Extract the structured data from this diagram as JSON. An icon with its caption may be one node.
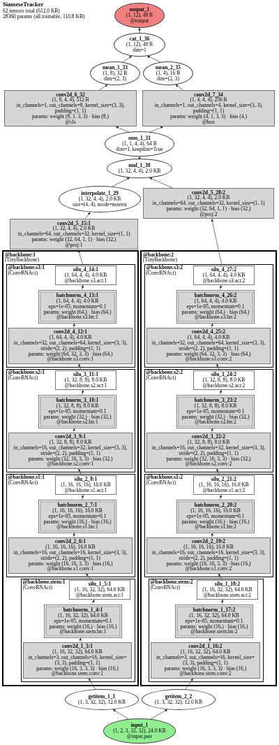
{
  "diagram": {
    "title": "SiameseTracker",
    "labels": [
      "62 tensors total (612.0 KB)",
      "28360 params (all trainable, 110.8 KB)"
    ],
    "nodes": [
      {
        "text": [
          "output_1",
          "(1, 12), 48 B",
          "@output"
        ]
      },
      {
        "text": [
          "cat_1_36",
          "(1, 12), 48 B",
          "dim=1"
        ]
      },
      {
        "text": [
          "mean_1_33",
          "(1, 8), 32 B",
          "dim=(2, 3)"
        ]
      },
      {
        "text": [
          "mean_2_35",
          "(1, 4), 16 B",
          "dim=(2, 3)"
        ]
      },
      {
        "text": [
          "conv2d_6_32",
          "(1, 8, 4, 4), 512 B",
          "in_channels=1, out_channels=8, kernel_size=(3, 3), padding=(1, 1)",
          "params: weight (8, 1, 3, 3) · bias (8,)",
          "@cls"
        ]
      },
      {
        "text": [
          "conv2d_7_34",
          "(1, 4, 4, 4), 256 B",
          "in_channels=1, out_channels=4, kernel_size=(3, 3), padding=(1, 1)",
          "params: weight (4, 1, 3, 3) · bias (4,)",
          "@box"
        ]
      },
      {
        "text": [
          "sum_1_31",
          "(1, 1, 4, 4), 64 B",
          "dim=1, keepdim=True"
        ]
      },
      {
        "text": [
          "mul_1_30",
          "(1, 32, 4, 4), 2.0 KB"
        ]
      },
      {
        "text": [
          "interpolate_1_29",
          "(1, 32, 4, 4), 2.0 KB",
          "size=(4, 4), mode=nearest"
        ]
      },
      {
        "text": [
          "conv2d_5_28:2",
          "(1, 32, 4, 4), 2.0 KB",
          "in_channels=64, out_channels=32, kernel_size=(1, 1)",
          "params: weight (32, 64, 1, 1) · bias (32,)",
          "@proj:2"
        ]
      },
      {
        "text": [
          "conv2d_5_15:1",
          "(1, 32, 4, 4), 2.0 KB",
          "in_channels=64, out_channels=32, kernel_size=(1, 1)",
          "params: weight (32, 64, 1, 1) · bias (32,)",
          "@proj:1"
        ]
      },
      {
        "text": [
          "@backbone:1",
          "(TinyBackbone)"
        ]
      },
      {
        "text": [
          "@backbone.s3:1",
          "(ConvBNAct)"
        ],
        "in": 11
      },
      {
        "text": [
          "silu_4_14:1",
          "(1, 64, 4, 4), 4.0 KB",
          "@backbone.s3.act:1"
        ],
        "in": 12
      },
      {
        "text": [
          "batchnorm_4_13:1",
          "(1, 64, 4, 4), 4.0 KB",
          "eps=1e-05, momentum=0.1",
          "params: weight (64,) · bias (64,)",
          "@backbone.s3.bn:1"
        ],
        "in": 12
      },
      {
        "text": [
          "conv2d_4_12:1",
          "(1, 64, 4, 4), 4.0 KB",
          "in_channels=32, out_channels=64, kernel_size=(3, 3), stride=(2, 2), padding=(1, 1)",
          "params: weight (64, 32, 3, 3) · bias (64,)",
          "@backbone.s3.conv:1"
        ],
        "in": 12
      },
      {
        "text": [
          "@backbone.s2:1",
          "(ConvBNAct)"
        ],
        "in": 11
      },
      {
        "text": [
          "silu_3_11:1",
          "(1, 32, 8, 8), 8.0 KB",
          "@backbone.s2.act:1"
        ],
        "in": 16
      },
      {
        "text": [
          "batchnorm_3_10:1",
          "(1, 32, 8, 8), 8.0 KB",
          "eps=1e-05, momentum=0.1",
          "params: weight (32,) · bias (32,)",
          "@backbone.s2.bn:1"
        ],
        "in": 16
      },
      {
        "text": [
          "conv2d_3_9:1",
          "(1, 32, 8, 8), 8.0 KB",
          "in_channels=16, out_channels=32, kernel_size=(3, 3), stride=(2, 2), padding=(1, 1)",
          "params: weight (32, 16, 3, 3) · bias (32,)",
          "@backbone.s2.conv:1"
        ],
        "in": 16
      },
      {
        "text": [
          "@backbone.s1:1",
          "(ConvBNAct)"
        ],
        "in": 11
      },
      {
        "text": [
          "silu_2_8:1",
          "(1, 16, 16, 16), 16.0 KB",
          "@backbone.s1.act:1"
        ],
        "in": 20
      },
      {
        "text": [
          "batchnorm_2_7:1",
          "(1, 16, 16, 16), 16.0 KB",
          "eps=1e-05, momentum=0.1",
          "params: weight (16,) · bias (16,)",
          "@backbone.s1.bn:1"
        ],
        "in": 20
      },
      {
        "text": [
          "conv2d_2_6:1",
          "(1, 16, 16, 16), 16.0 KB",
          "in_channels=16, out_channels=16, kernel_size=(3, 3), stride=(2, 2), padding=(1, 1)",
          "params: weight (16, 16, 3, 3) · bias (16,)",
          "@backbone.s1.conv:1"
        ],
        "in": 20
      },
      {
        "text": [
          "@backbone.stem:1",
          "(ConvBNAct)"
        ],
        "in": 11
      },
      {
        "text": [
          "silu_1_5:1",
          "(1, 16, 32, 32), 64.0 KB",
          "@backbone.stem.act:1"
        ],
        "in": 24
      },
      {
        "text": [
          "batchnorm_1_4:1",
          "(1, 16, 32, 32), 64.0 KB",
          "eps=1e-05, momentum=0.1",
          "params: weight (16,) · bias (16,)",
          "@backbone.stem.bn:1"
        ],
        "in": 24
      },
      {
        "text": [
          "conv2d_1_3:1",
          "(1, 16, 32, 32), 64.0 KB",
          "in_channels=3, out_channels=16, kernel_size=(3, 3), padding=(1, 1)",
          "params: weight (16, 3, 3, 3) · bias (16,)",
          "@backbone.stem.conv:1"
        ],
        "in": 24
      },
      {
        "text": [
          "@backbone:2",
          "(TinyBackbone)"
        ]
      },
      {
        "text": [
          "@backbone.s3:2",
          "(ConvBNAct)"
        ],
        "in": 28
      },
      {
        "text": [
          "silu_4_27:2",
          "(1, 64, 4, 4), 4.0 KB",
          "@backbone.s3.act:2"
        ],
        "in": 29
      },
      {
        "text": [
          "batchnorm_4_26:2",
          "(1, 64, 4, 4), 4.0 KB",
          "eps=1e-05, momentum=0.1",
          "params: weight (64,) · bias (64,)",
          "@backbone.s3.bn:2"
        ],
        "in": 29
      },
      {
        "text": [
          "conv2d_4_25:2",
          "(1, 64, 4, 4), 4.0 KB",
          "in_channels=32, out_channels=64, kernel_size=(3, 3), stride=(2, 2), padding=(1, 1)",
          "params: weight (64, 32, 3, 3) · bias (64,)",
          "@backbone.s3.conv:2"
        ],
        "in": 29
      },
      {
        "text": [
          "@backbone.s2:2",
          "(ConvBNAct)"
        ],
        "in": 28
      },
      {
        "text": [
          "silu_3_24:2",
          "(1, 32, 8, 8), 8.0 KB",
          "@backbone.s2.act:2"
        ],
        "in": 33
      },
      {
        "text": [
          "batchnorm_3_23:2",
          "(1, 32, 8, 8), 8.0 KB",
          "eps=1e-05, momentum=0.1",
          "params: weight (32,) · bias (32,)",
          "@backbone.s2.bn:2"
        ],
        "in": 33
      },
      {
        "text": [
          "conv2d_3_22:2",
          "(1, 32, 8, 8), 8.0 KB",
          "in_channels=16, out_channels=32, kernel_size=(3, 3), stride=(2, 2), padding=(1, 1)",
          "params: weight (32, 16, 3, 3) · bias (32,)",
          "@backbone.s2.conv:2"
        ],
        "in": 33
      },
      {
        "text": [
          "@backbone.s1:2",
          "(ConvBNAct)"
        ],
        "in": 28
      },
      {
        "text": [
          "silu_2_21:2",
          "(1, 16, 16, 16), 16.0 KB",
          "@backbone.s1.act:2"
        ],
        "in": 37
      },
      {
        "text": [
          "batchnorm_2_20:2",
          "(1, 16, 16, 16), 16.0 KB",
          "eps=1e-05, momentum=0.1",
          "params: weight (16,) · bias (16,)",
          "@backbone.s1.bn:2"
        ],
        "in": 37
      },
      {
        "text": [
          "conv2d_2_19:2",
          "(1, 16, 16, 16), 16.0 KB",
          "in_channels=16, out_channels=16, kernel_size=(3, 3), stride=(2, 2), padding=(1, 1)",
          "params: weight (16, 16, 3, 3) · bias (16,)",
          "@backbone.s1.conv:2"
        ],
        "in": 37
      },
      {
        "text": [
          "@backbone.stem:2",
          "(ConvBNAct)"
        ],
        "in": 28
      },
      {
        "text": [
          "silu_1_18:2",
          "(1, 16, 32, 32), 64.0 KB",
          "@backbone.stem.act:2"
        ],
        "in": 41
      },
      {
        "text": [
          "batchnorm_1_17:2",
          "(1, 16, 32, 32), 64.0 KB",
          "eps=1e-05, momentum=0.1",
          "params: weight (16,) · bias (16,)",
          "@backbone.stem.bn:2"
        ],
        "in": 41
      },
      {
        "text": [
          "conv2d_1_16:2",
          "(1, 16, 32, 32), 64.0 KB",
          "in_channels=3, out_channels=16, kernel_size=(3, 3), padding=(1, 1)",
          "params: weight (16, 3, 3, 3) · bias (16,)",
          "@backbone.stem.conv:2"
        ],
        "in": 41
      },
      {
        "text": [
          "getitem_1_1",
          "(1, 3, 32, 32), 12.0 KB"
        ]
      },
      {
        "text": [
          "getitem_2_2",
          "(1, 3, 32, 32), 12.0 KB"
        ]
      },
      {
        "text": [
          "input_1",
          "(1, 2, 3, 32, 32), 24.0 KB",
          "@input.pair"
        ]
      }
    ],
    "edges": [
      {
        "from": 47,
        "to": 45,
        "arrow": "to"
      },
      {
        "from": 47,
        "to": 46,
        "arrow": "to"
      },
      {
        "from": 45,
        "to": 27,
        "arrow": "to"
      },
      {
        "from": 27,
        "to": 26,
        "arrow": "to"
      },
      {
        "from": 26,
        "to": 25,
        "arrow": "to"
      },
      {
        "from": 25,
        "to": 23,
        "arrow": "to"
      },
      {
        "from": 23,
        "to": 22,
        "arrow": "to"
      },
      {
        "from": 22,
        "to": 21,
        "arrow": "to"
      },
      {
        "from": 21,
        "to": 19,
        "arrow": "to"
      },
      {
        "from": 19,
        "to": 18,
        "arrow": "to"
      },
      {
        "from": 18,
        "to": 17,
        "arrow": "to"
      },
      {
        "from": 17,
        "to": 15,
        "arrow": "to"
      },
      {
        "from": 15,
        "to": 14,
        "arrow": "to"
      },
      {
        "from": 14,
        "to": 13,
        "arrow": "to"
      },
      {
        "from": 13,
        "to": 10,
        "arrow": "to"
      },
      {
        "from": 46,
        "to": 44,
        "arrow": "to"
      },
      {
        "from": 44,
        "to": 43,
        "arrow": "to"
      },
      {
        "from": 43,
        "to": 42,
        "arrow": "to"
      },
      {
        "from": 42,
        "to": 40,
        "arrow": "to"
      },
      {
        "from": 40,
        "to": 39,
        "arrow": "to"
      },
      {
        "from": 39,
        "to": 38,
        "arrow": "to"
      },
      {
        "from": 38,
        "to": 36,
        "arrow": "to"
      },
      {
        "from": 36,
        "to": 35,
        "arrow": "to"
      },
      {
        "from": 35,
        "to": 34,
        "arrow": "to"
      },
      {
        "from": 34,
        "to": 32,
        "arrow": "to"
      },
      {
        "from": 32,
        "to": 31,
        "arrow": "to"
      },
      {
        "from": 31,
        "to": 30,
        "arrow": "to"
      },
      {
        "from": 30,
        "to": 9,
        "arrow": "to"
      },
      {
        "from": 10,
        "to": 8,
        "arrow": "to"
      },
      {
        "from": 8,
        "to": 7,
        "arrow": "to"
      },
      {
        "from": 9,
        "to": 7,
        "arrow": "to"
      },
      {
        "from": 7,
        "to": 6,
        "arrow": "to"
      },
      {
        "from": 6,
        "to": 4,
        "arrow": "to"
      },
      {
        "from": 6,
        "to": 5,
        "arrow": "to"
      },
      {
        "from": 4,
        "to": 2,
        "arrow": "to"
      },
      {
        "from": 5,
        "to": 3,
        "arrow": "to"
      },
      {
        "from": 2,
        "to": 1,
        "arrow": "to"
      },
      {
        "from": 3,
        "to": 1,
        "arrow": "to"
      },
      {
        "from": 1,
        "to": 0,
        "arrow": "to"
      }
    ]
  }
}
